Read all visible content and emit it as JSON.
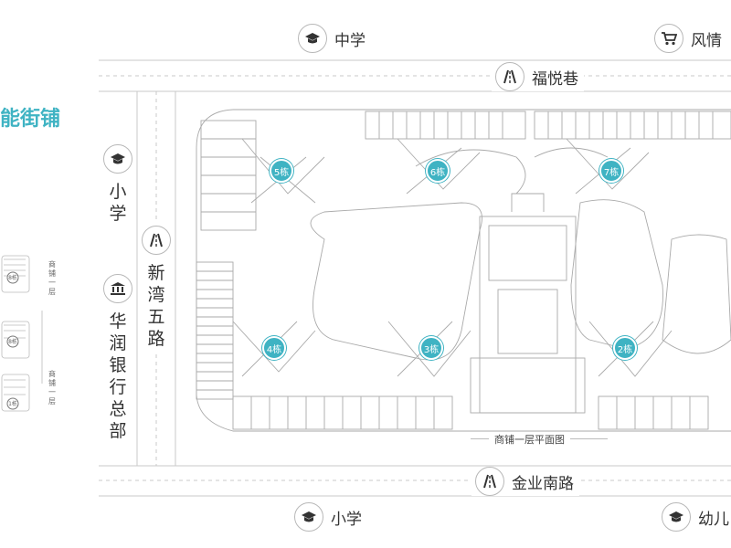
{
  "left_panel": {
    "title_fragment": "能街铺",
    "labels": [
      "商铺一层",
      "商铺一层"
    ],
    "building_labels": [
      "8栋",
      "8栋",
      "1栋"
    ]
  },
  "pois": {
    "top_school": "中学",
    "top_shop": "风情",
    "bottom_school": "小学",
    "bottom_kinder": "幼儿",
    "left_school": "小学",
    "left_bank": "华润银行总部"
  },
  "roads": {
    "top": "福悦巷",
    "left": "新湾五路",
    "bottom": "金业南路"
  },
  "buildings": [
    "5栋",
    "6栋",
    "7栋",
    "4栋",
    "3栋",
    "2栋"
  ],
  "caption": "商铺一层平面图",
  "colors": {
    "accent": "#3fb3c3",
    "line": "#c8c8c8"
  },
  "icons": {
    "school": "graduation-cap-icon",
    "shop": "shopping-cart-icon",
    "road": "road-icon",
    "bank": "bank-icon"
  }
}
